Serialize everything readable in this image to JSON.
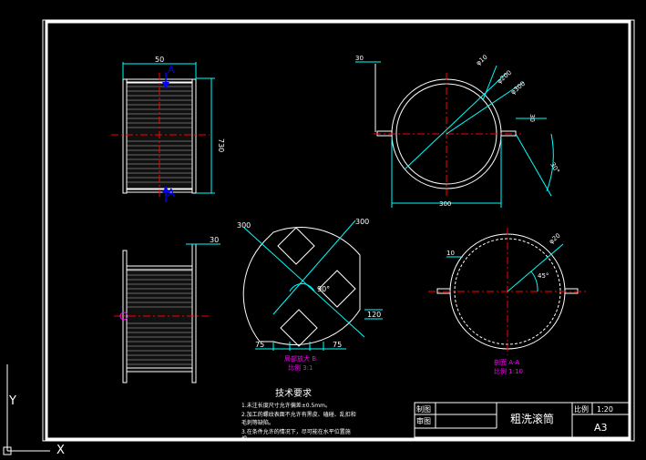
{
  "colors": {
    "background": "#000000",
    "frame": "#ffffff",
    "dimension": "#00ffff",
    "centerline": "#ff0000",
    "note": "#ff00ff",
    "text": "#ffffff"
  },
  "front_view": {
    "dim_width": "50",
    "dim_height": "730",
    "section_mark": "A",
    "section_mark_bottom": "A"
  },
  "side_view": {
    "dim_top": "30"
  },
  "top_ring": {
    "dim_left": "30",
    "dim_wire": "φ10",
    "dim_outer": "φ200",
    "dim_inner": "φ300",
    "dim_right": "30",
    "dim_angle": "30°",
    "dim_bottom": "300"
  },
  "detail_view": {
    "dim_left": "300",
    "dim_right": "300",
    "dim_angle": "90°",
    "dim_side": "120",
    "dim_bottom_left": "75",
    "dim_bottom_right": "75",
    "title": "局部放大 B",
    "scale": "比例 3:1"
  },
  "section_view": {
    "dim_left": "10",
    "dim_diameter": "φ20",
    "dim_angle": "45°",
    "title": "剖面 A-A",
    "scale": "比例 1:10"
  },
  "tech": {
    "title": "技术要求",
    "lines": [
      "1.未注长度尺寸允许偏差±0.5mm。",
      "2.加工的螺纹表面不允许有黑皮、磕碰、乱扣和",
      "毛刺等缺陷。",
      "3.在条件允许的情况下，尽可能在水平位置施",
      "焊。"
    ]
  },
  "title_block": {
    "drawn_label": "制图",
    "checked_label": "审图",
    "part_name": "粗洗滚筒",
    "scale_label": "比例",
    "scale_value": "1:20",
    "sheet": "A3"
  },
  "ucs": {
    "y_label": "Y",
    "x_label": "X"
  }
}
